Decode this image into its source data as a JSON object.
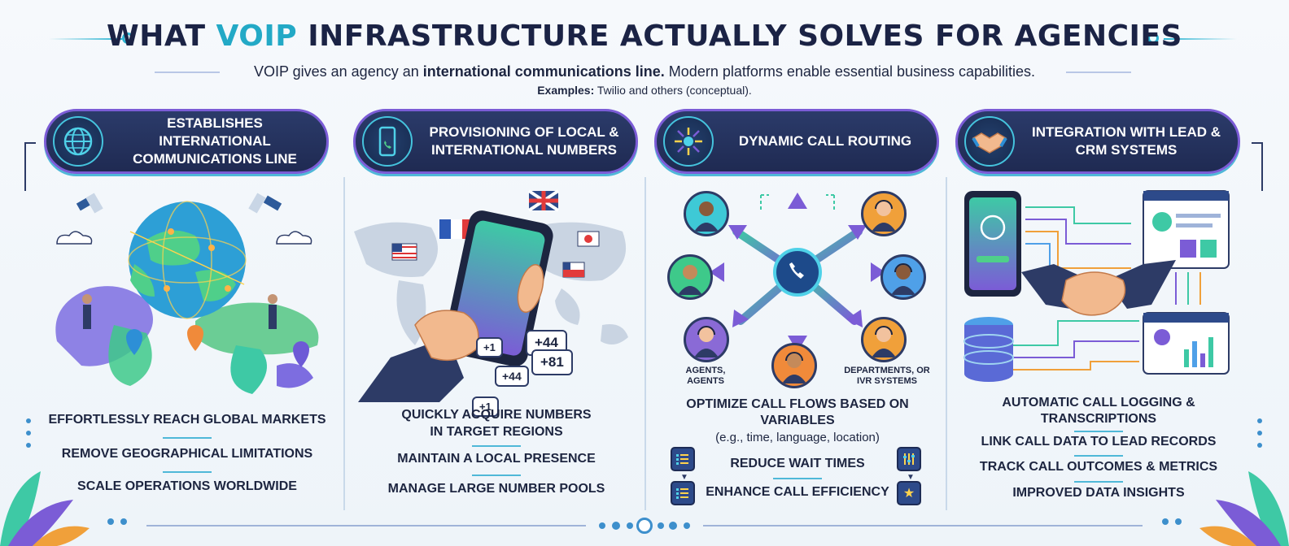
{
  "header": {
    "title_pre": "WHAT ",
    "title_hl": "VOIP",
    "title_post": " INFRASTRUCTURE ACTUALLY SOLVES FOR AGENCIES",
    "subtitle_pre": "VOIP gives an agency an ",
    "subtitle_bold": "international communications line.",
    "subtitle_post": " Modern platforms enable essential business capabilities.",
    "examples_bold": "Examples:",
    "examples_text": " Twilio and others (conceptual)."
  },
  "colors": {
    "accent": "#23a9c6",
    "pill_bg": "#1f2a52",
    "pill_border": "#7b5cd6",
    "text": "#1d2540"
  },
  "columns": [
    {
      "heading": "ESTABLISHES INTERNATIONAL COMMUNICATIONS LINE",
      "icon": "globe-icon",
      "bullets": [
        "EFFORTLESSLY REACH GLOBAL MARKETS",
        "REMOVE GEOGRAPHICAL LIMITATIONS",
        "SCALE OPERATIONS WORLDWIDE"
      ]
    },
    {
      "heading": "PROVISIONING OF LOCAL & INTERNATIONAL NUMBERS",
      "icon": "phone-icon",
      "badges": [
        "+1",
        "+44",
        "+44",
        "+1",
        "+81"
      ],
      "bullets": [
        "QUICKLY ACQUIRE NUMBERS IN TARGET REGIONS",
        "MAINTAIN A LOCAL PRESENCE",
        "MANAGE LARGE NUMBER POOLS"
      ]
    },
    {
      "heading": "DYNAMIC CALL ROUTING",
      "icon": "routing-icon",
      "label_left": "AGENTS, AGENTS",
      "label_right": "DEPARTMENTS, OR IVR SYSTEMS",
      "main": "OPTIMIZE CALL FLOWS BASED ON VARIABLES",
      "note": "(e.g., time, language, location)",
      "bullets": [
        "REDUCE WAIT TIMES",
        "ENHANCE CALL EFFICIENCY"
      ]
    },
    {
      "heading": "INTEGRATION WITH LEAD & CRM SYSTEMS",
      "icon": "handshake-icon",
      "bullets": [
        "AUTOMATIC CALL LOGGING & TRANSCRIPTIONS",
        "LINK CALL DATA TO LEAD RECORDS",
        "TRACK CALL OUTCOMES & METRICS",
        "IMPROVED DATA INSIGHTS"
      ]
    }
  ]
}
